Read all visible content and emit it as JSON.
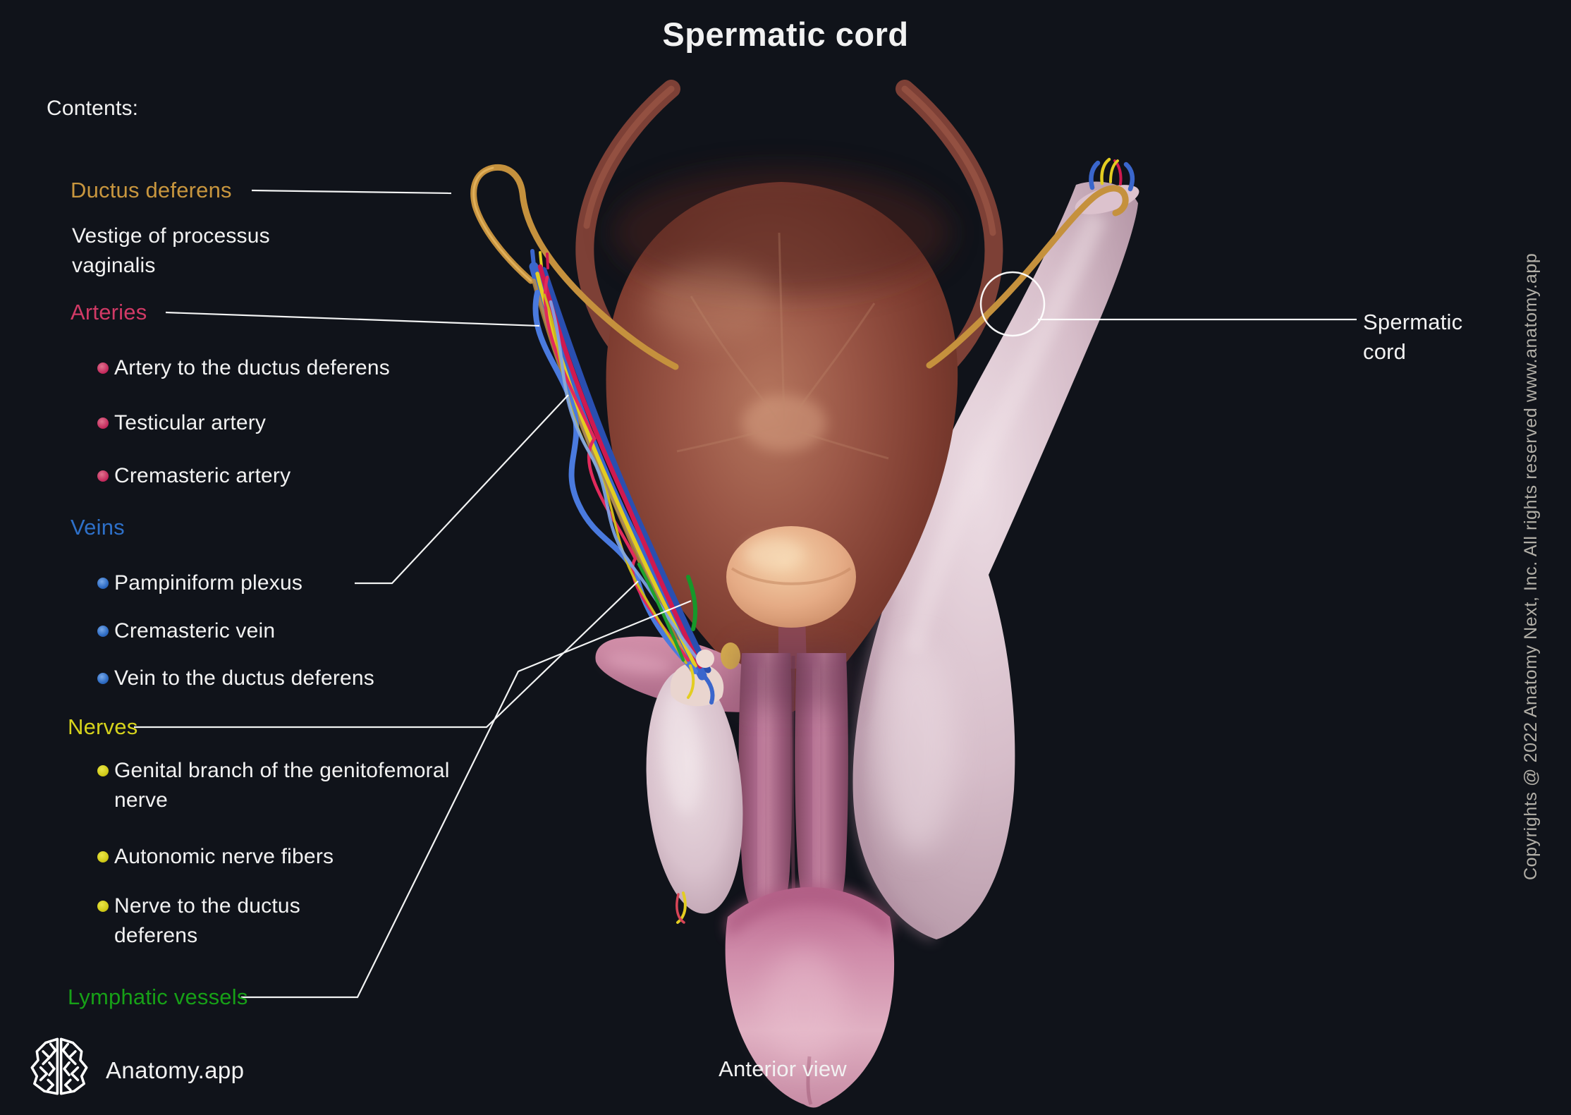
{
  "title": "Spermatic cord",
  "contents_heading": "Contents:",
  "legend": {
    "ductus": {
      "label": "Ductus deferens",
      "color": "#c8963e"
    },
    "vestige": {
      "label": "Vestige of processus\nvaginalis",
      "color": "#f2f2f2"
    },
    "arteries": {
      "label": "Arteries",
      "color": "#d23a66",
      "items": [
        "Artery to the ductus deferens",
        "Testicular artery",
        "Cremasteric artery"
      ]
    },
    "veins": {
      "label": "Veins",
      "color": "#2e70c9",
      "items": [
        "Pampiniform plexus",
        "Cremasteric vein",
        "Vein to the ductus deferens"
      ]
    },
    "nerves": {
      "label": "Nerves",
      "color": "#d6d31c",
      "items": [
        "Genital branch of the genitofemoral\nnerve",
        "Autonomic nerve fibers",
        "Nerve to the ductus\ndeferens"
      ]
    },
    "lymphatics": {
      "label": "Lymphatic vessels",
      "color": "#17a017"
    }
  },
  "annotation_right": {
    "label": "Spermatic\ncord"
  },
  "footer": {
    "brand": "Anatomy.app",
    "view_label": "Anterior view",
    "logo_icon": "brain-icon"
  },
  "copyright_vertical": "Copyrights @ 2022 Anatomy Next, Inc. All rights reserved www.anatomy.app",
  "colors": {
    "background": "#10131a",
    "text": "#f2f2f2",
    "leader_line": "#ffffff",
    "copyright_text": "#b2afa7",
    "bullet_artery": "#c2265a",
    "bullet_vein": "#2e6cc4",
    "bullet_nerve": "#cfc916"
  }
}
